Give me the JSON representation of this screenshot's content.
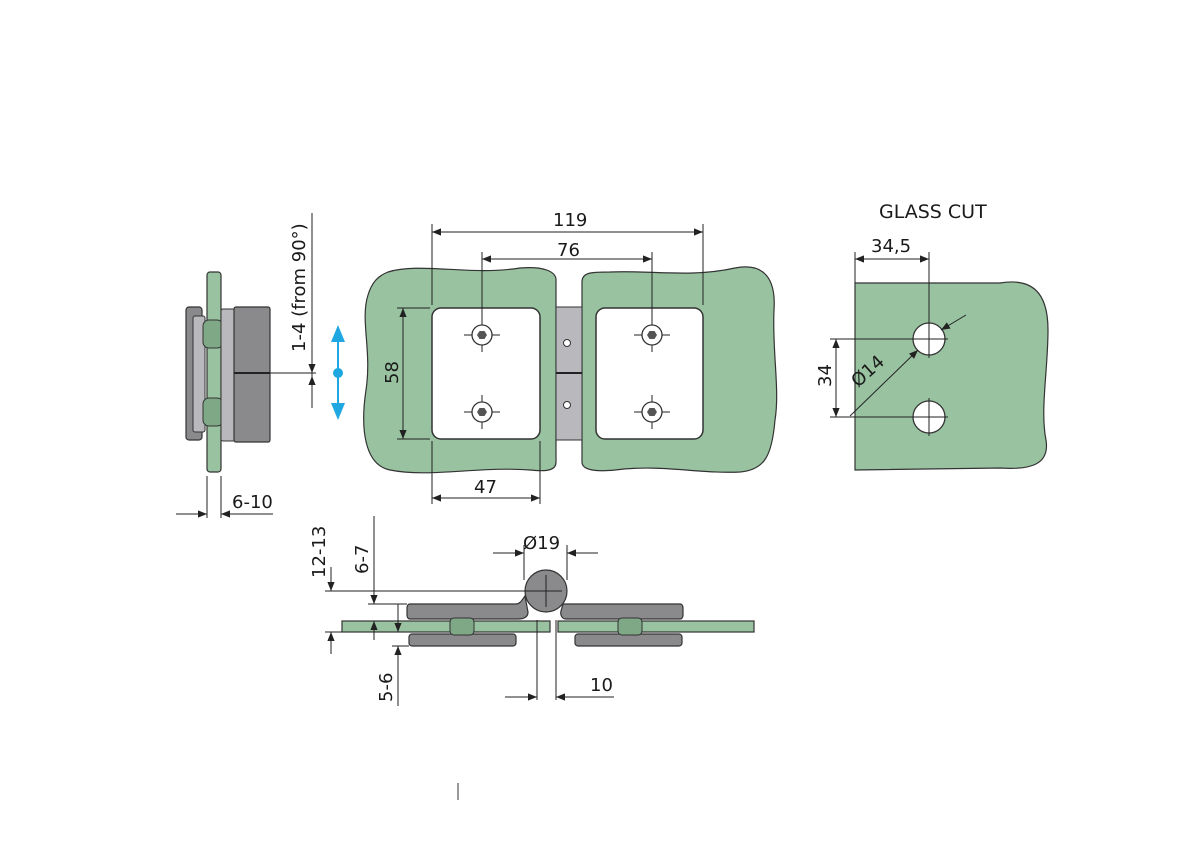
{
  "titles": {
    "glass_cut": "GLASS CUT"
  },
  "dimensions": {
    "adjust": "1-4 (from 90°)",
    "glass_thickness_side": "6-10",
    "overall_width": "119",
    "hole_spacing": "76",
    "plate_height": "58",
    "plate_width": "47",
    "cut_offset": "34,5",
    "hole_vertical_spacing": "34",
    "hole_diameter": "Ø14",
    "hinge_diameter": "Ø19",
    "bottom_gap": "10",
    "height_12_13": "12-13",
    "height_6_7": "6-7",
    "height_5_6": "5-6"
  },
  "colors": {
    "glass": "#99c3a0",
    "metal": "#8a8a8d",
    "accent_arrow": "#1ea7e1"
  }
}
